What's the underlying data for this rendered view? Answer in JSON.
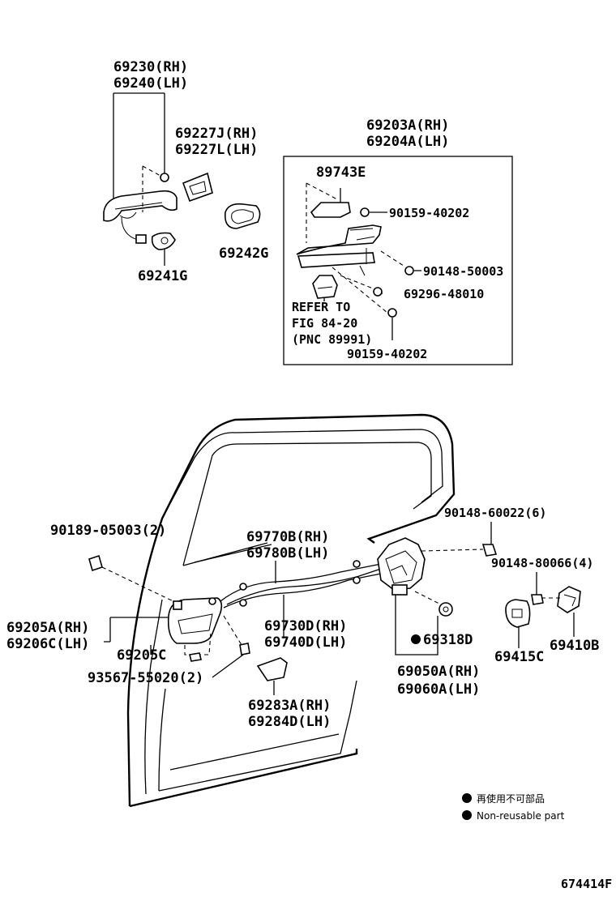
{
  "labels": {
    "p69230": "69230(RH)",
    "p69240": "69240(LH)",
    "p69227j": "69227J(RH)",
    "p69227l": "69227L(LH)",
    "p69242g": "69242G",
    "p69241g": "69241G",
    "p69203a": "69203A(RH)",
    "p69204a": "69204A(LH)",
    "p89743e": "89743E",
    "p90159a": "90159-40202",
    "p90148a": "90148-50003",
    "p69296": "69296-48010",
    "refer1": "REFER TO",
    "refer2": "FIG 84-20",
    "refer3": "(PNC 89991)",
    "p90159b": "90159-40202",
    "p90148b": "90148-60022(6)",
    "p90148c": "90148-80066(4)",
    "p90189": "90189-05003(2)",
    "p69770b": "69770B(RH)",
    "p69780b": "69780B(LH)",
    "p69205a": "69205A(RH)",
    "p69206c": "69206C(LH)",
    "p69205c": "69205C",
    "p69730d": "69730D(RH)",
    "p69740d": "69740D(LH)",
    "p69318d": "69318D",
    "p69410b": "69410B",
    "p69415c": "69415C",
    "p93567": "93567-55020(2)",
    "p69050a": "69050A(RH)",
    "p69060a": "69060A(LH)",
    "p69283a": "69283A(RH)",
    "p69284d": "69284D(LH)"
  },
  "legend": {
    "jp": "再使用不可部品",
    "en": "Non-reusable part"
  },
  "figure_code": "674414F",
  "colors": {
    "ink": "#000000",
    "background": "#ffffff"
  }
}
